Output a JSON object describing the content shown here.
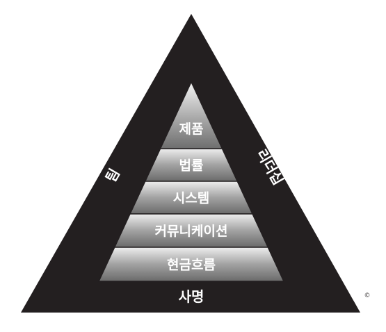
{
  "diagram": {
    "layers": [
      {
        "id": "product",
        "label": "제품"
      },
      {
        "id": "legal",
        "label": "법률"
      },
      {
        "id": "system",
        "label": "시스템"
      },
      {
        "id": "communication",
        "label": "커뮤니케이션"
      },
      {
        "id": "cashflow",
        "label": "현금흐름"
      }
    ],
    "base_label": "사명",
    "left_side_label": "팀",
    "right_side_label": "리더십",
    "corner_mark": "©",
    "colors": {
      "outer": "#231f20",
      "layer_top": "#f4f4f4",
      "layer_mid": "#9a9a9a",
      "layer_bottom": "#6b6b6b",
      "text": "#ffffff"
    }
  }
}
